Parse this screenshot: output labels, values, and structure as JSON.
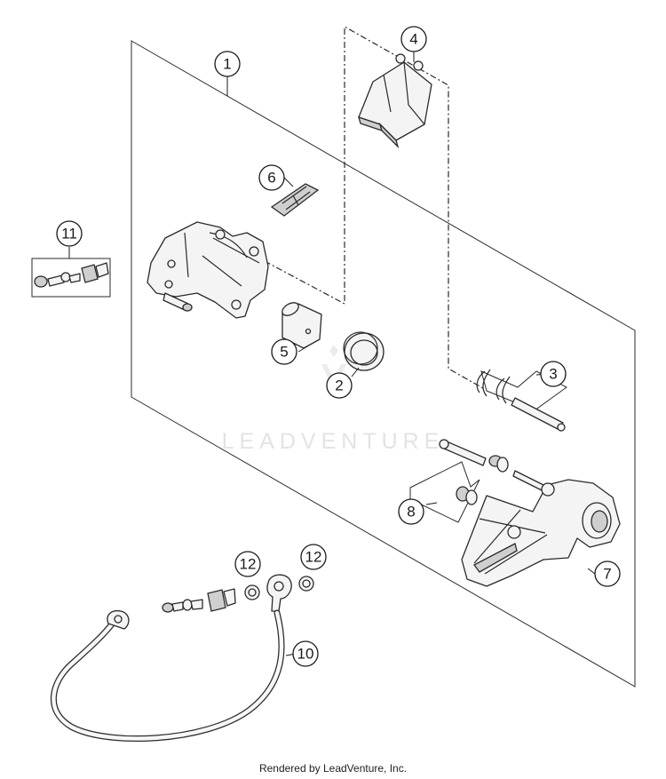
{
  "watermark": {
    "brand": "LEADVENTURE"
  },
  "callouts": [
    {
      "id": "c1",
      "label": "1"
    },
    {
      "id": "c2",
      "label": "2"
    },
    {
      "id": "c3",
      "label": "3"
    },
    {
      "id": "c4",
      "label": "4"
    },
    {
      "id": "c5",
      "label": "5"
    },
    {
      "id": "c6",
      "label": "6"
    },
    {
      "id": "c7",
      "label": "7"
    },
    {
      "id": "c8",
      "label": "8"
    },
    {
      "id": "c10",
      "label": "10"
    },
    {
      "id": "c11",
      "label": "11"
    },
    {
      "id": "c12a",
      "label": "12"
    },
    {
      "id": "c12b",
      "label": "12"
    }
  ],
  "footer": {
    "credit": "Rendered by LeadVenture, Inc."
  }
}
